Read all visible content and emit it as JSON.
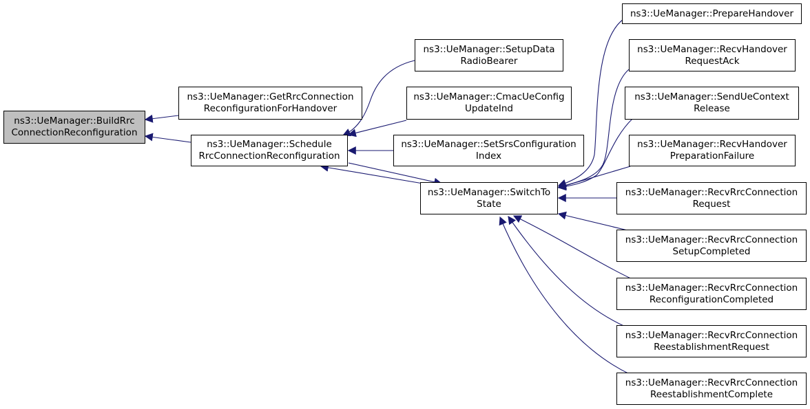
{
  "colors": {
    "edge": "#191970",
    "node_border": "#000000",
    "root_fill": "#bfbfbf",
    "node_fill": "#ffffff"
  },
  "nodes": {
    "build": "ns3::UeManager::BuildRrc\nConnectionReconfiguration",
    "get": "ns3::UeManager::GetRrcConnection\nReconfigurationForHandover",
    "schedule": "ns3::UeManager::Schedule\nRrcConnectionReconfiguration",
    "setupdata": "ns3::UeManager::SetupData\nRadioBearer",
    "cmac": "ns3::UeManager::CmacUeConfig\nUpdateInd",
    "srs": "ns3::UeManager::SetSrsConfiguration\nIndex",
    "switch": "ns3::UeManager::SwitchTo\nState",
    "prepare": "ns3::UeManager::PrepareHandover",
    "recvack": "ns3::UeManager::RecvHandover\nRequestAck",
    "sendctx": "ns3::UeManager::SendUeContext\nRelease",
    "recvfail": "ns3::UeManager::RecvHandover\nPreparationFailure",
    "rrcreq": "ns3::UeManager::RecvRrcConnection\nRequest",
    "rrcsetup": "ns3::UeManager::RecvRrcConnection\nSetupCompleted",
    "rrcreconf": "ns3::UeManager::RecvRrcConnection\nReconfigurationCompleted",
    "rrcreest": "ns3::UeManager::RecvRrcConnection\nReestablishmentRequest",
    "rrcreestc": "ns3::UeManager::RecvRrcConnection\nReestablishmentComplete"
  }
}
